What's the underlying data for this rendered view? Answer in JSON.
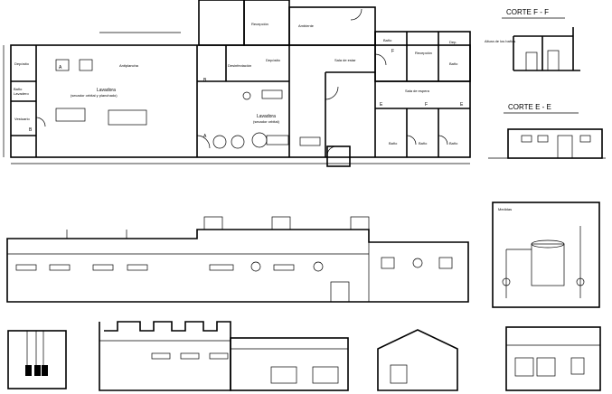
{
  "plan": {
    "rooms": {
      "r1": "Depósito",
      "r2": "Baño",
      "r3": "Lavadero",
      "r4": "Vestuario",
      "r5": "Lavadora",
      "r6": "(secador orbital y planchado)",
      "r7": "Lavadora",
      "r8": "(secador orbital)",
      "r9": "Antiplancha",
      "r10": "Desinfectación",
      "r11": "Depósito",
      "r12": "Recepción",
      "r13": "Sala de estar",
      "r14": "Ambiente",
      "r15": "Dep.",
      "r16": "Baño",
      "r17": "Recepción",
      "r18": "Baño",
      "r19": "Baño",
      "r20": "Baño",
      "r21": "Baño",
      "r22": "Sala de espera"
    },
    "marks": {
      "A1": "A",
      "B1": "B",
      "A2": "A",
      "B2": "B",
      "E1": "E",
      "E2": "E",
      "F1": "F",
      "F2": "F"
    }
  },
  "sections": {
    "ff_title": "CORTE  F - F",
    "ee_title": "CORTE  E - E",
    "ff_note": "Altura de los baños",
    "detail_title": "Medidas"
  }
}
